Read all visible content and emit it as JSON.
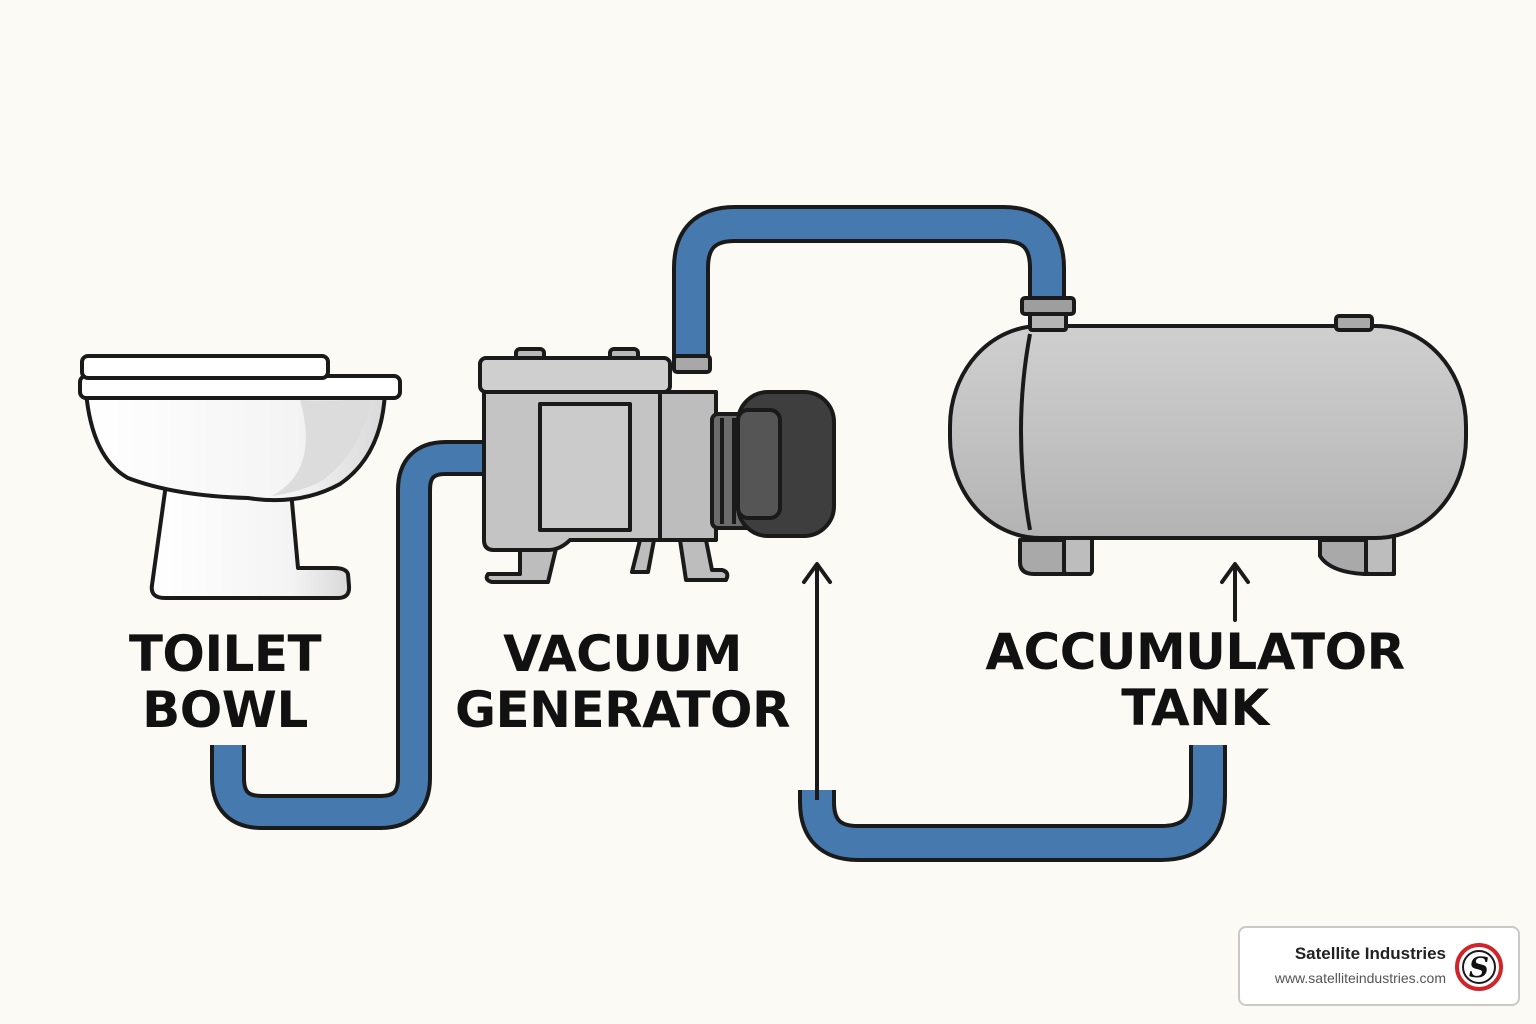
{
  "labels": {
    "toilet": [
      "TOILET",
      "BOWL"
    ],
    "vacuum": [
      "VACUUM",
      "GENERATOR"
    ],
    "accumulator": [
      "ACCUMULATOR",
      "TANK"
    ]
  },
  "brand": {
    "name": "Satellite Industries",
    "url": "www.satelliteindustries.com",
    "logo_letter": "S"
  },
  "colors": {
    "pipe": "#4679ae",
    "outline": "#1a1a1a",
    "metal": "#c2c2c2",
    "background": "#fcfaf5",
    "logo_red": "#d0242b"
  }
}
